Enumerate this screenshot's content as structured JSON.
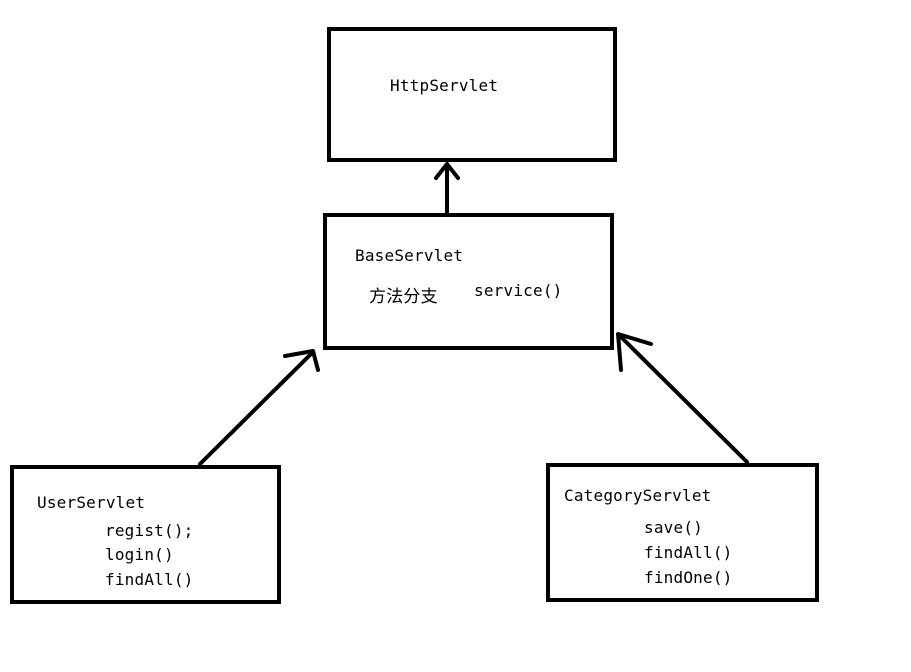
{
  "http_servlet": {
    "name": "HttpServlet"
  },
  "base_servlet": {
    "name": "BaseServlet",
    "note": "方法分支",
    "method": "service()"
  },
  "user_servlet": {
    "name": "UserServlet",
    "methods": [
      "regist();",
      "login()",
      "findAll()"
    ]
  },
  "category_servlet": {
    "name": "CategoryServlet",
    "methods": [
      "save()",
      "findAll()",
      "findOne()"
    ]
  },
  "colors": {
    "stroke": "#000000",
    "background": "#ffffff"
  }
}
